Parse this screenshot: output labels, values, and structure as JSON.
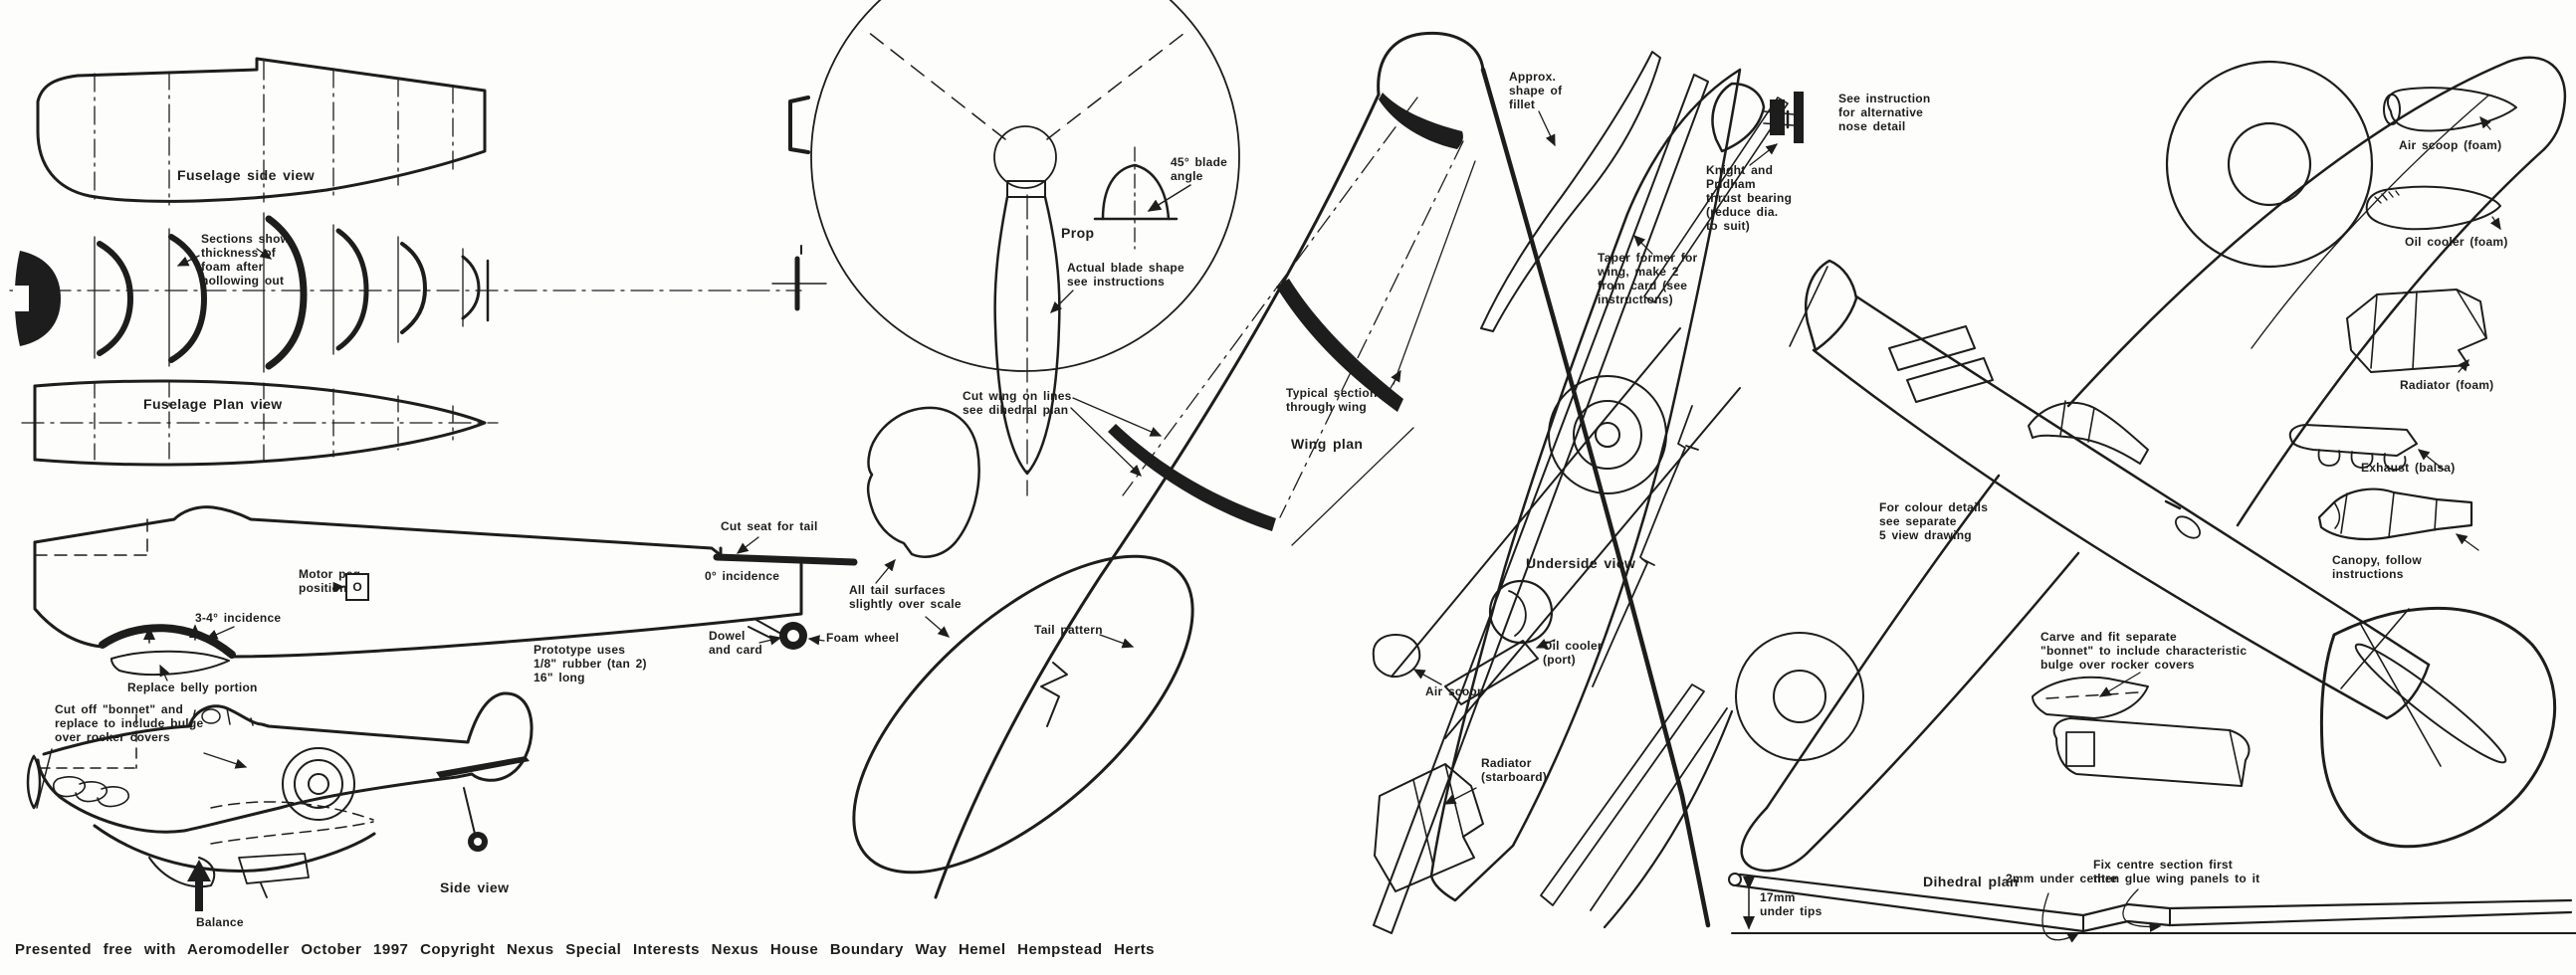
{
  "colors": {
    "ink": "#1d1d1d",
    "paper": "#fdfdfb"
  },
  "labels": {
    "fuselage_side_view": "Fuselage side view",
    "sections_note": "Sections show\nthickness of\nfoam after\nhollowing out",
    "fuselage_plan_view": "Fuselage Plan view",
    "cut_seat": "Cut seat for tail",
    "incidence0": "0° incidence",
    "motor_peg": "Motor peg\nposition",
    "peg_o": "O",
    "incidence34": "3-4° incidence",
    "replace_belly": "Replace belly portion",
    "prototype": "Prototype uses\n1/8\" rubber (tan 2)\n16\" long",
    "dowel": "Dowel\nand card",
    "foam_wheel": "Foam wheel",
    "cut_off_bonnet": "Cut off \"bonnet\" and\nreplace to include bulge\nover rocker covers",
    "side_view": "Side view",
    "balance": "Balance",
    "footer": "Presented free with Aeromodeller October 1997   Copyright Nexus Special Interests Nexus House Boundary Way Hemel Hempstead Herts",
    "blade45": "45° blade\nangle",
    "prop": "Prop",
    "actual_blade": "Actual blade shape\nsee instructions",
    "cut_wing": "Cut wing on lines\nsee dihedral plan",
    "tail_surfaces": "All tail surfaces\nslightly over scale",
    "tail_pattern": "Tail pattern",
    "typical_sections": "Typical sections\nthrough wing",
    "wing_plan": "Wing plan",
    "approx_fillet": "Approx.\nshape of\nfillet",
    "taper_former": "Taper former for\nwing, make 2\nfrom card (see\ninstructions)",
    "knight": "Knight and\nPridham\nthrust bearing\n(reduce dia.\nto suit)",
    "see_instruction": "See instruction\nfor alternative\nnose detail",
    "underside_view": "Underside view",
    "oil_cooler_port": "Oil cooler\n(port)",
    "air_scoop": "Air scoop",
    "radiator_starboard": "Radiator\n(starboard)",
    "for_colour": "For colour details\nsee separate\n5 view drawing",
    "carve": "Carve and fit separate\n\"bonnet\" to include characteristic\nbulge over rocker covers",
    "air_scoop_foam": "Air scoop (foam)",
    "oil_cooler_foam": "Oil cooler (foam)",
    "radiator_foam": "Radiator (foam)",
    "exhaust_balsa": "Exhaust (balsa)",
    "canopy_follow": "Canopy, follow\ninstructions",
    "dihedral_plan": "Dihedral plan",
    "tips17": "17mm\nunder tips",
    "centre2": "2mm under centre",
    "fix_centre": "Fix centre section first\nthen glue wing panels to it"
  }
}
